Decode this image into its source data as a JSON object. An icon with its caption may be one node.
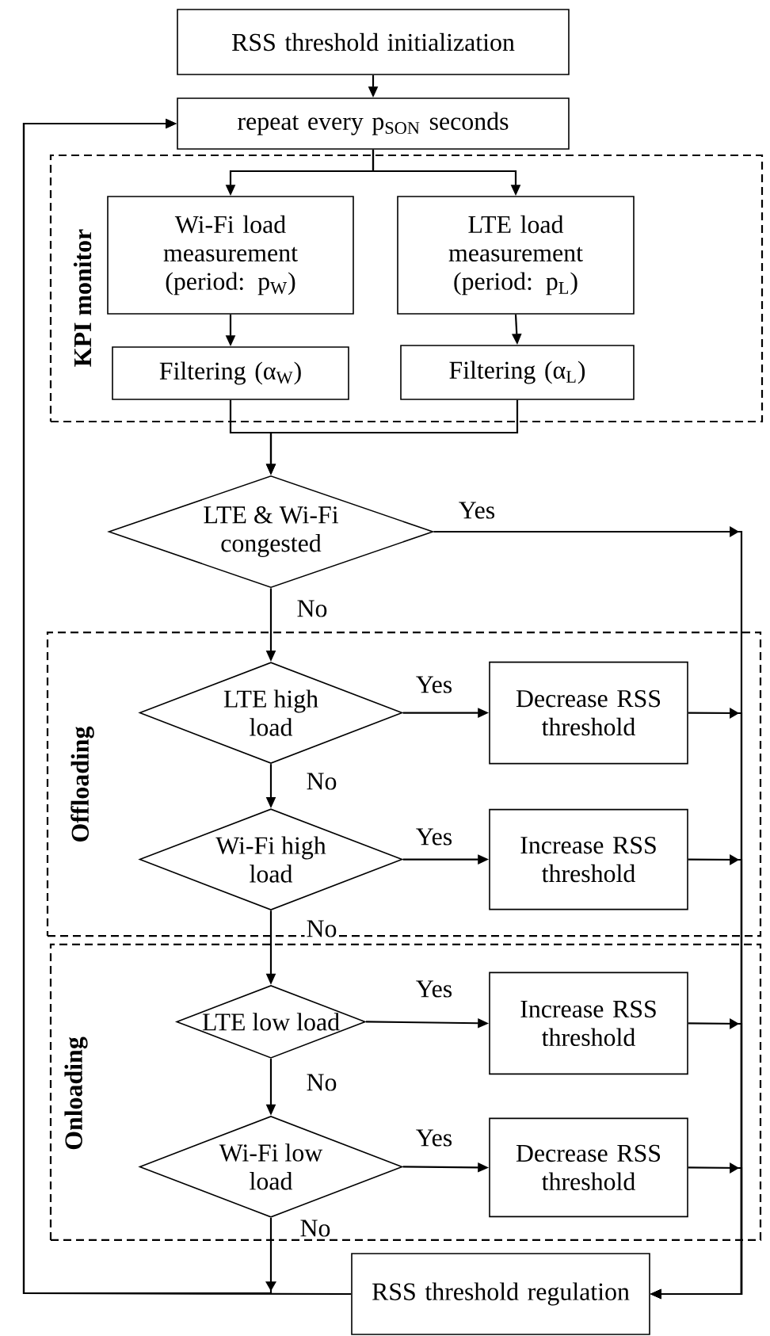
{
  "diagram": {
    "nodes": [
      {
        "text": [
          "RSS threshold initialization"
        ]
      },
      {
        "text": [
          "repeat every p$_{SON}$ seconds"
        ]
      },
      {
        "text": [
          "KPI monitor"
        ]
      },
      {
        "text": [
          "Wi-Fi load measurement (period: p$_{W}$)"
        ],
        "in": 2
      },
      {
        "text": [
          "LTE load measurement (period: p$_{L}$)"
        ],
        "in": 2
      },
      {
        "text": [
          "Filtering (α$_{W}$)"
        ],
        "in": 2
      },
      {
        "text": [
          "Filtering (α$_{L}$)"
        ],
        "in": 2
      },
      {
        "text": [
          "LTE & Wi-Fi congested"
        ]
      },
      {
        "text": [
          "Offloading"
        ]
      },
      {
        "text": [
          "LTE high load"
        ],
        "in": 8
      },
      {
        "text": [
          "Decrease RSS threshold"
        ],
        "in": 8
      },
      {
        "text": [
          "Wi-Fi high load"
        ],
        "in": 8
      },
      {
        "text": [
          "Increase RSS threshold"
        ],
        "in": 8
      },
      {
        "text": [
          "Onloading"
        ]
      },
      {
        "text": [
          "LTE low load"
        ],
        "in": 13
      },
      {
        "text": [
          "Increase RSS threshold"
        ],
        "in": 13
      },
      {
        "text": [
          "Wi-Fi low load"
        ],
        "in": 13
      },
      {
        "text": [
          "Decrease RSS threshold"
        ],
        "in": 13
      },
      {
        "text": [
          "RSS threshold regulation"
        ]
      }
    ],
    "edges": [
      {
        "from": 0,
        "to": 1,
        "arrow": "to"
      },
      {
        "from": 1,
        "to": 3,
        "arrow": "to"
      },
      {
        "from": 1,
        "to": 4,
        "arrow": "to"
      },
      {
        "from": 3,
        "to": 5,
        "arrow": "to"
      },
      {
        "from": 4,
        "to": 6,
        "arrow": "to"
      },
      {
        "from": 5,
        "to": 7,
        "arrow": "to"
      },
      {
        "from": 6,
        "to": 7,
        "arrow": "to"
      },
      {
        "from": 7,
        "to": 18,
        "arrow": "to",
        "label": "Yes"
      },
      {
        "from": 7,
        "to": 9,
        "arrow": "to",
        "label": "No"
      },
      {
        "from": 9,
        "to": 10,
        "arrow": "to",
        "label": "Yes"
      },
      {
        "from": 9,
        "to": 11,
        "arrow": "to",
        "label": "No"
      },
      {
        "from": 11,
        "to": 12,
        "arrow": "to",
        "label": "Yes"
      },
      {
        "from": 11,
        "to": 14,
        "arrow": "to",
        "label": "No"
      },
      {
        "from": 14,
        "to": 15,
        "arrow": "to",
        "label": "Yes"
      },
      {
        "from": 14,
        "to": 16,
        "arrow": "to",
        "label": "No"
      },
      {
        "from": 16,
        "to": 17,
        "arrow": "to",
        "label": "Yes"
      },
      {
        "from": 16,
        "to": 1,
        "arrow": "to",
        "label": "No"
      },
      {
        "from": 10,
        "to": 18,
        "arrow": "to"
      },
      {
        "from": 12,
        "to": 18,
        "arrow": "to"
      },
      {
        "from": 15,
        "to": 18,
        "arrow": "to"
      },
      {
        "from": 17,
        "to": 18,
        "arrow": "to"
      },
      {
        "from": 18,
        "to": 1,
        "arrow": "to"
      }
    ]
  }
}
